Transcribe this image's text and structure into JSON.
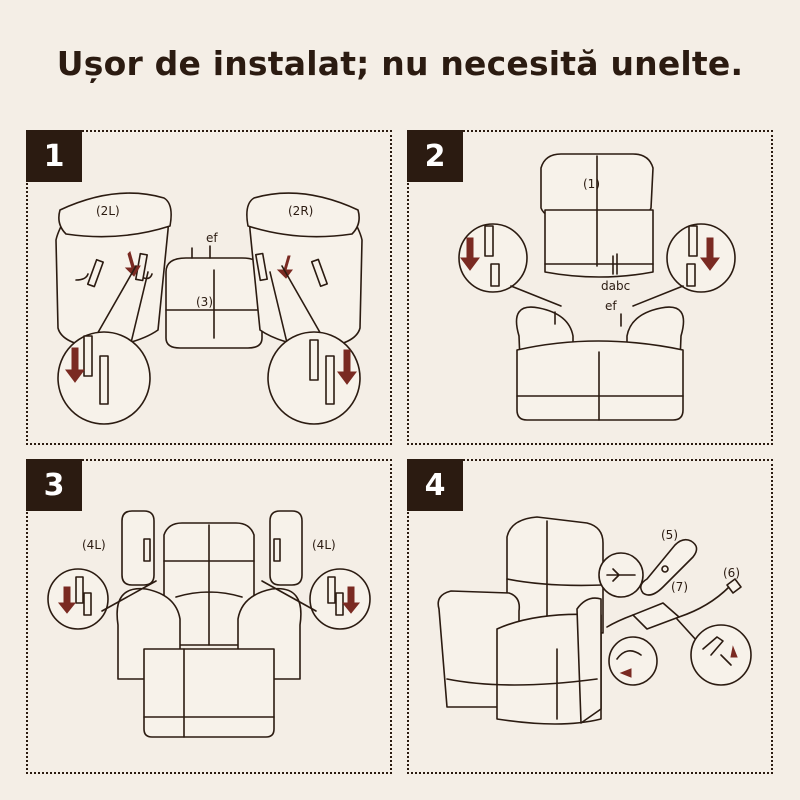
{
  "title": "Ușor de instalat; nu necesită unelte.",
  "steps": [
    {
      "number": "1",
      "labels": {
        "left_back": "(2L)",
        "right_back": "(2R)",
        "seat": "(3)",
        "connector": "ef"
      }
    },
    {
      "number": "2",
      "labels": {
        "backrest": "(1)",
        "connectors_top": "dabc",
        "connector_bottom": "ef"
      }
    },
    {
      "number": "3",
      "labels": {
        "left_arm_pad": "(4L)",
        "right_arm_pad": "(4L)"
      }
    },
    {
      "number": "4",
      "labels": {
        "remote": "(5)",
        "power_cord": "(6)",
        "adapter": "(7)"
      }
    }
  ],
  "colors": {
    "ink": "#2b1b11",
    "arrow": "#7a2a22",
    "background": "#f4eee6"
  }
}
